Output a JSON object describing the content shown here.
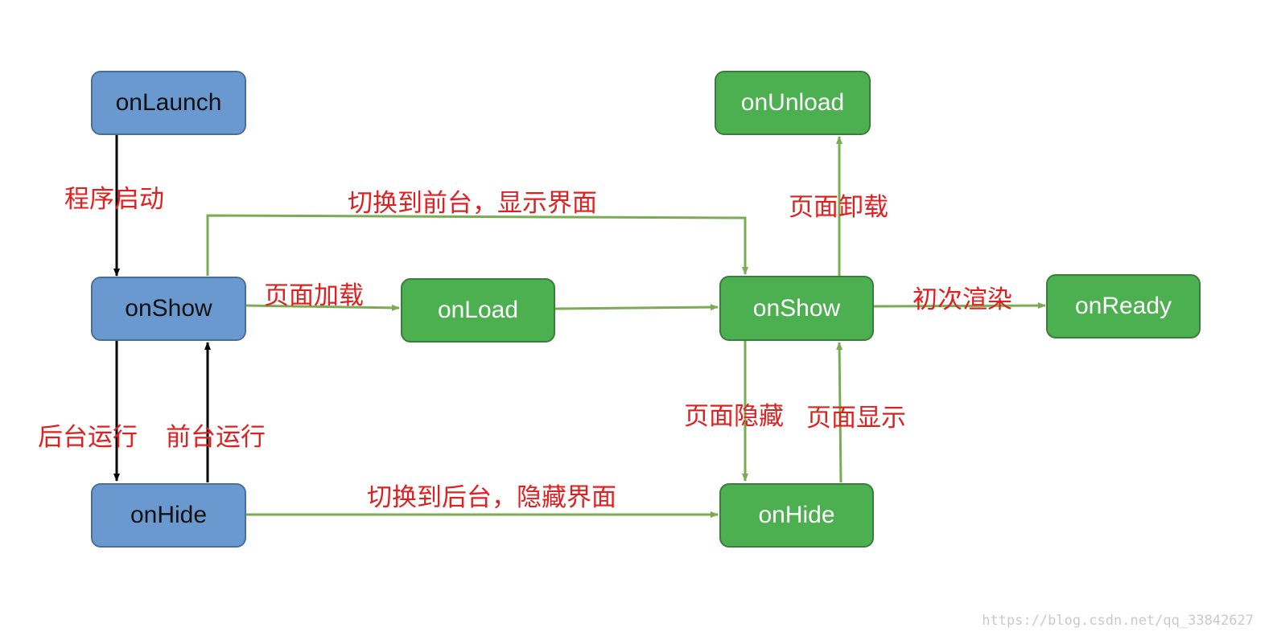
{
  "colors": {
    "app_node": "#6a99d0",
    "page_node": "#4caf50",
    "app_arrow": "#000000",
    "page_arrow": "#7aac52",
    "label": "#e02020"
  },
  "nodes": {
    "app_launch": "onLaunch",
    "app_show": "onShow",
    "app_hide": "onHide",
    "page_load": "onLoad",
    "page_show": "onShow",
    "page_ready": "onReady",
    "page_unload": "onUnload",
    "page_hide": "onHide"
  },
  "labels": {
    "program_start": "程序启动",
    "switch_front_show": "切换到前台，显示界面",
    "page_unload": "页面卸载",
    "page_load": "页面加载",
    "first_render": "初次渲染",
    "background_run": "后台运行",
    "foreground_run": "前台运行",
    "page_hidden": "页面隐藏",
    "page_shown": "页面显示",
    "switch_back_hide": "切换到后台，隐藏界面"
  },
  "watermark": "https://blog.csdn.net/qq_33842627"
}
